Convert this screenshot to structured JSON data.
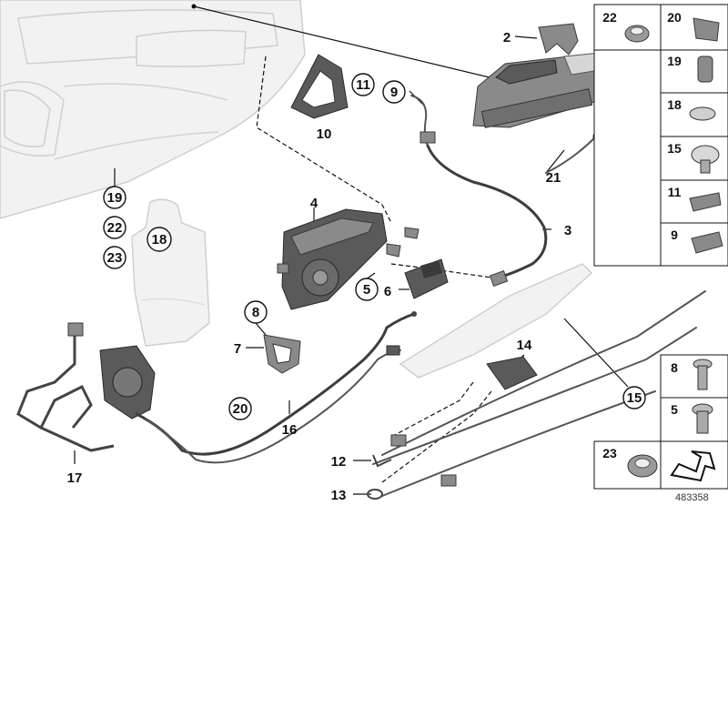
{
  "diagram": {
    "reference_number": "483358",
    "highlight_label": "01",
    "highlight_color": "#e0202a",
    "callouts": {
      "c1": "2",
      "c2": "11",
      "c3": "9",
      "c4": "10",
      "c5": "21",
      "c6": "3",
      "c7": "4",
      "c8": "5",
      "c9": "6",
      "c10": "19",
      "c11": "22",
      "c12": "23",
      "c13": "18",
      "c14": "8",
      "c15": "7",
      "c16": "20",
      "c17": "16",
      "c18": "17",
      "c19": "14",
      "c20": "15",
      "c21": "12",
      "c22": "13"
    },
    "side_panel_top": [
      "22",
      "20",
      "19",
      "18",
      "15",
      "11",
      "9"
    ],
    "side_panel_bottom": [
      "8",
      "5",
      "23"
    ]
  }
}
